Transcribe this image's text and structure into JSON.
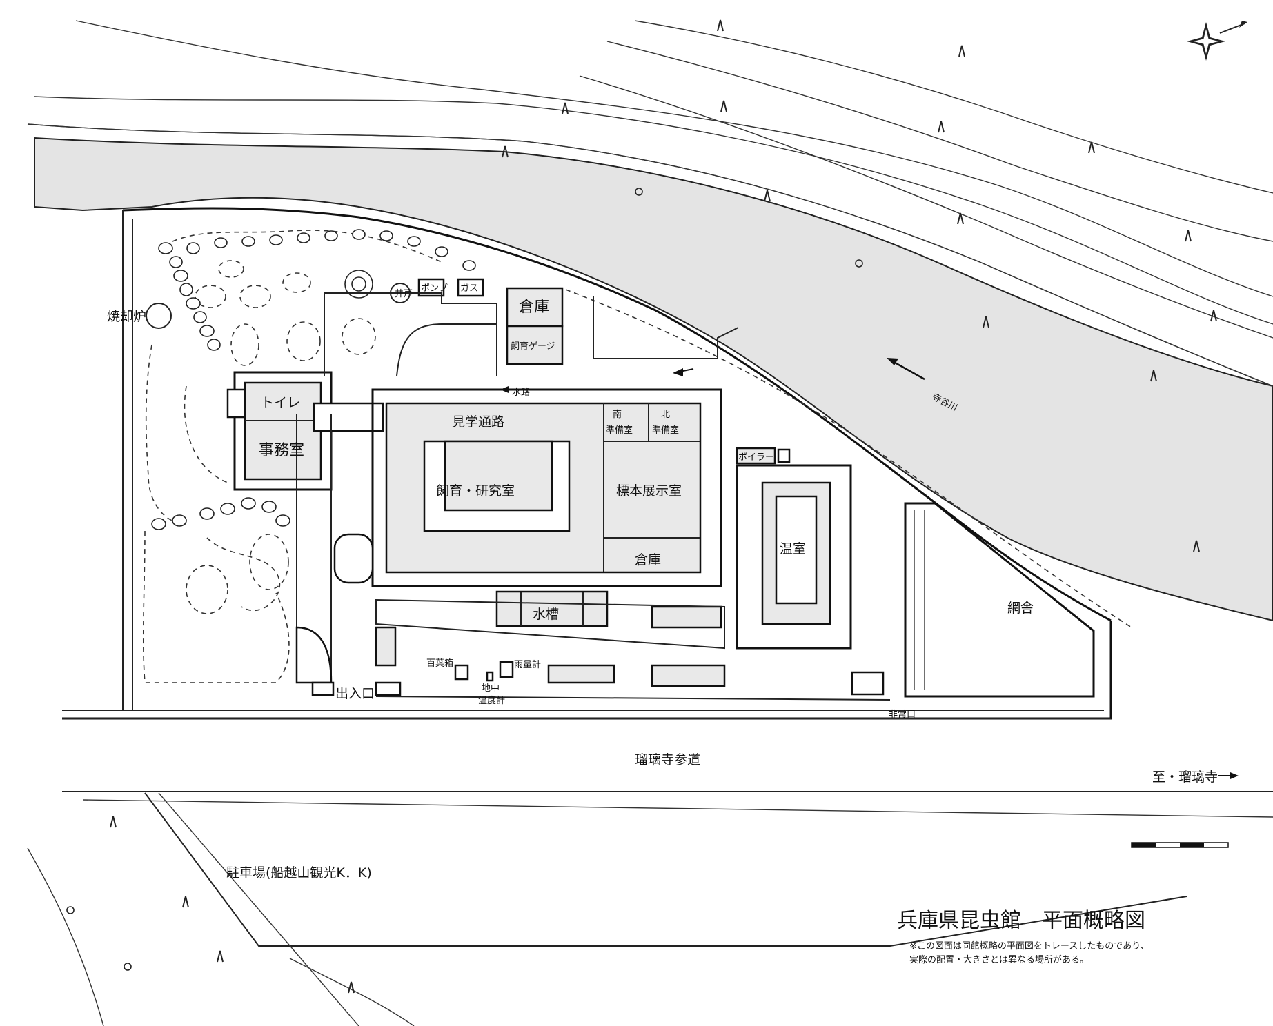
{
  "map": {
    "title": "兵庫県昆虫館　平面概略図",
    "notes": [
      "※この図面は同館概略の平面図をトレースしたものであり、",
      "実際の配置・大きさとは異なる場所がある。"
    ],
    "rooms": {
      "toilet": "トイレ",
      "office": "事務室",
      "tour_passage": "見学通路",
      "breeding_lab": "飼育・研究室",
      "specimen_hall": "標本展示室",
      "south_prep_1": "南",
      "south_prep_2": "準備室",
      "north_prep_1": "北",
      "north_prep_2": "準備室",
      "storage_main": "倉庫",
      "storage_north": "倉庫",
      "breeding_cage": "飼育ゲージ",
      "water_tank": "水槽",
      "greenhouse": "温室",
      "net_house": "網舎",
      "boiler": "ボイラー",
      "pump": "ポンプ",
      "gas": "ガス",
      "well": "井戸",
      "incinerator": "焼却炉"
    },
    "labels": {
      "waterway": "水路",
      "river": "寺谷川",
      "entrance": "出入口",
      "emergency_exit": "非常口",
      "approach_road": "瑠璃寺参道",
      "to_temple": "至・瑠璃寺",
      "parking": "駐車場(船越山観光K．K)",
      "instrument_shelter": "百葉箱",
      "rain_gauge": "雨量計",
      "ground_thermo_1": "地中",
      "ground_thermo_2": "温度計"
    }
  }
}
